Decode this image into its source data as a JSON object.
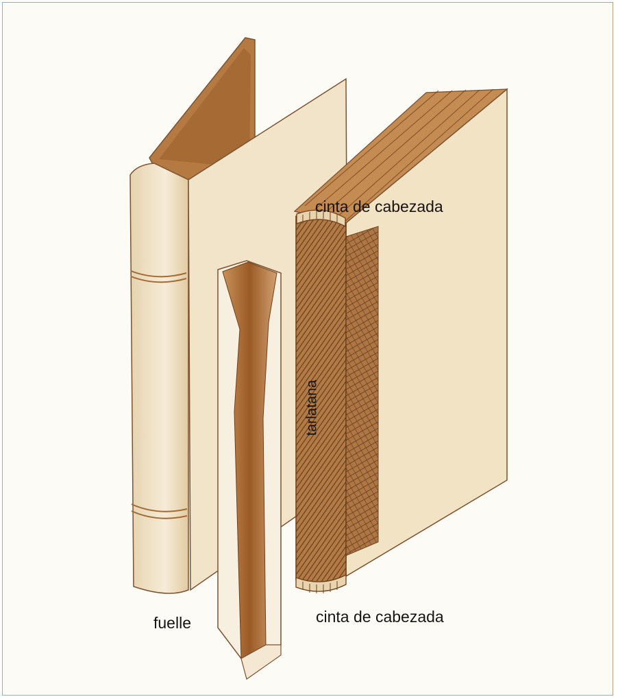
{
  "labels": {
    "top_headband": "cinta de cabezada",
    "bottom_headband": "cinta de cabezada",
    "gusset": "fuelle",
    "mull": "tarlatana"
  },
  "colors": {
    "paper": "#f3e9d4",
    "shade": "#a86a34",
    "dark": "#6e3f18",
    "outline": "#7a5230",
    "frame": "#c9a273"
  }
}
